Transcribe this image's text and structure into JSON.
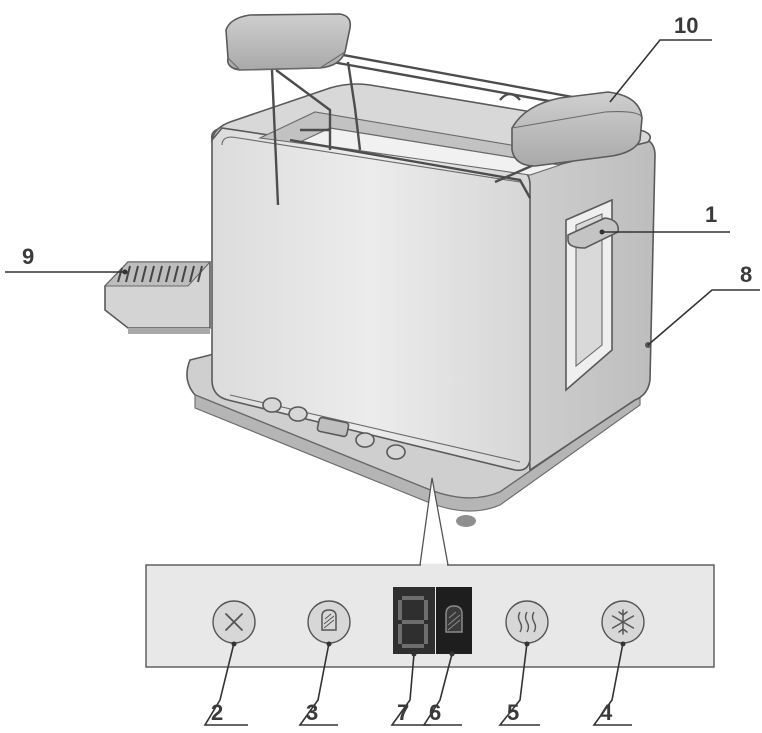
{
  "callouts": [
    {
      "id": "1",
      "label": "1"
    },
    {
      "id": "2",
      "label": "2"
    },
    {
      "id": "3",
      "label": "3"
    },
    {
      "id": "4",
      "label": "4"
    },
    {
      "id": "5",
      "label": "5"
    },
    {
      "id": "6",
      "label": "6"
    },
    {
      "id": "7",
      "label": "7"
    },
    {
      "id": "8",
      "label": "8"
    },
    {
      "id": "9",
      "label": "9"
    },
    {
      "id": "10",
      "label": "10"
    }
  ],
  "panel_icons": {
    "cancel": "close-x-icon",
    "toast": "toast-slice-icon",
    "display_digit": "seven-segment-digit-icon",
    "toast_indicator": "toast-slice-icon",
    "reheat": "heat-waves-icon",
    "defrost": "snowflake-icon"
  },
  "colors": {
    "body_light": "#e6e6e6",
    "body_mid": "#d2d2d2",
    "panel_bg": "#e8e8e8",
    "button_fill": "#dadada",
    "display_dark": "#2f2f2f",
    "display_darker": "#1e1e1e",
    "outline": "#5a5a5a",
    "text": "#3a3a3a"
  }
}
